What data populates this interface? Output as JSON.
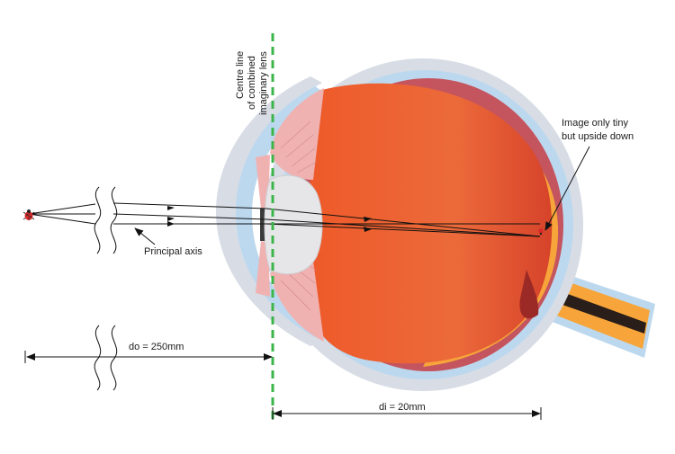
{
  "labels": {
    "centre_line_1": "Centre line",
    "centre_line_2": "of combined",
    "centre_line_3": "imaginary lens",
    "principal_axis": "Principal axis",
    "image_note_1": "Image only tiny",
    "image_note_2": "but upside down",
    "object_distance": "do = 250mm",
    "image_distance": "di = 20mm"
  },
  "icons": {
    "object": "ladybird-icon",
    "image": "inverted-ladybird-icon"
  },
  "colors": {
    "vitreous": "#e8512a",
    "retina": "#f7a53a",
    "choroid": "#c4545e",
    "sclera": "#d7dce5",
    "cornea": "#bcd8ee",
    "lens": "#e6e6e8",
    "muscle": "#f0b1b1",
    "centre_line": "#3cb54a"
  }
}
